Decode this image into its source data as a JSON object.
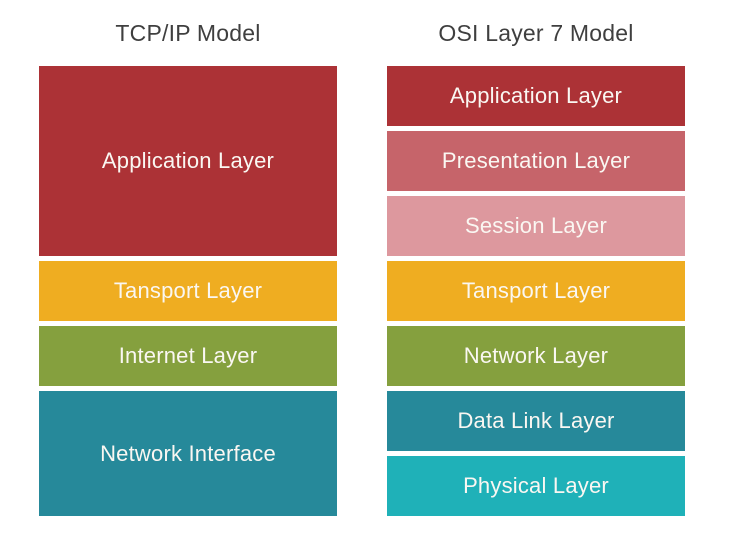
{
  "diagram": {
    "description": "Comparison of TCP/IP Model and OSI Layer 7 Model protocol stacks",
    "title_color": "#3F3F3F",
    "label_color": "#FAF7F2"
  },
  "columns": [
    {
      "title": "TCP/IP Model",
      "layers": [
        {
          "label": "Application Layer",
          "color": "#AC3236",
          "span": 3
        },
        {
          "label": "Tansport Layer",
          "color": "#EFAD21",
          "span": 1
        },
        {
          "label": "Internet Layer",
          "color": "#85A03E",
          "span": 1
        },
        {
          "label": "Network Interface",
          "color": "#26899A",
          "span": 2
        }
      ]
    },
    {
      "title": "OSI Layer 7 Model",
      "layers": [
        {
          "label": "Application Layer",
          "color": "#AC3236",
          "span": 1
        },
        {
          "label": "Presentation Layer",
          "color": "#C6646A",
          "span": 1
        },
        {
          "label": "Session Layer",
          "color": "#DD989E",
          "span": 1
        },
        {
          "label": "Tansport Layer",
          "color": "#EFAD21",
          "span": 1
        },
        {
          "label": "Network Layer",
          "color": "#85A03E",
          "span": 1
        },
        {
          "label": "Data Link Layer",
          "color": "#26899A",
          "span": 1
        },
        {
          "label": "Physical Layer",
          "color": "#1FB1B8",
          "span": 1
        }
      ]
    }
  ]
}
